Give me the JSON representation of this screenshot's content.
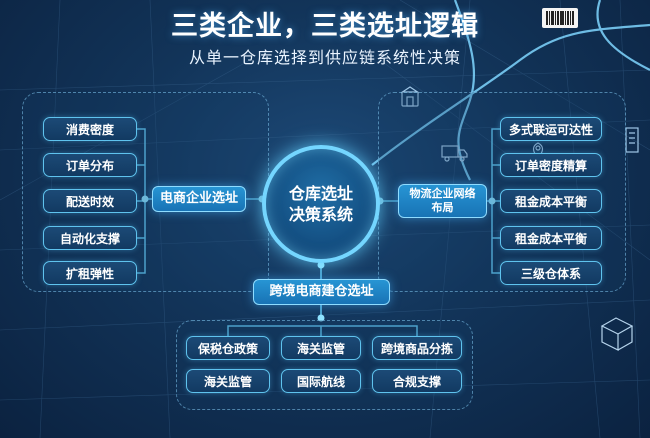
{
  "title": "三类企业，三类选址逻辑",
  "subtitle": "从单一仓库选择到供应链系统性决策",
  "center": {
    "line1": "仓库选址",
    "line2": "决策系统"
  },
  "left": {
    "category": "电商企业选址",
    "items": [
      "消费密度",
      "订单分布",
      "配送时效",
      "自动化支撑",
      "扩租弹性"
    ]
  },
  "right": {
    "category_line1": "物流企业网络",
    "category_line2": "布局",
    "items": [
      "多式联运可达性",
      "订单密度精算",
      "租金成本平衡",
      "租金成本平衡",
      "三级仓体系"
    ]
  },
  "bottom": {
    "category": "跨境电商建仓选址",
    "items": [
      "保税仓政策",
      "海关监管",
      "跨境商品分拣",
      "海关监管",
      "国际航线",
      "合规支撑"
    ]
  },
  "colors": {
    "accent": "#5fc3ee",
    "category_fill": "#1f85c8",
    "background": "#123459"
  },
  "icons": [
    "barcode-icon",
    "warehouse-icon",
    "truck-icon",
    "parcel-icon",
    "building-icon",
    "location-pin-icon"
  ]
}
